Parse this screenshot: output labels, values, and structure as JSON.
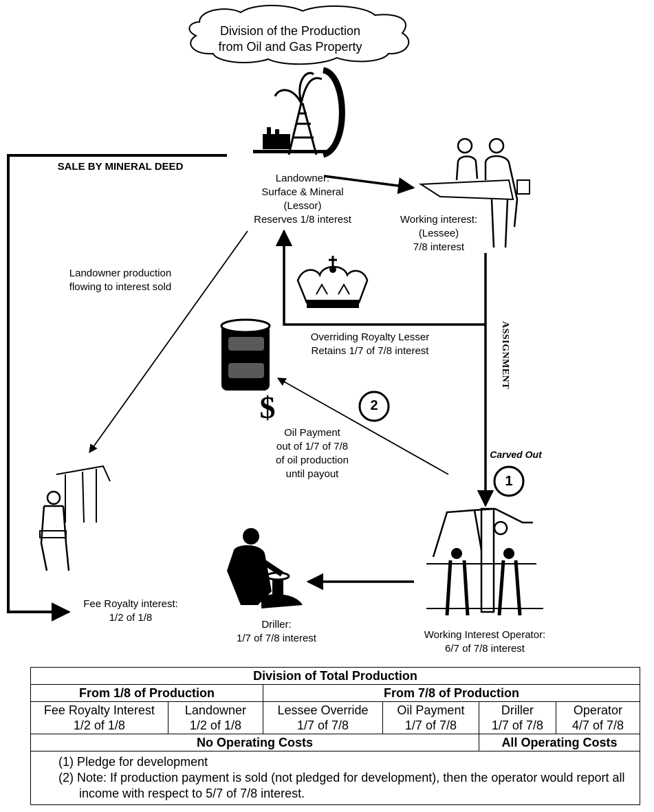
{
  "title": [
    "Division of the Production",
    "from Oil and Gas Property"
  ],
  "sale_label": "SALE BY MINERAL DEED",
  "landowner": [
    "Landowner:",
    "Surface & Mineral",
    "(Lessor)",
    "Reserves 1/8 interest"
  ],
  "working_interest": [
    "Working interest:",
    "(Lessee)",
    "7/8 interest"
  ],
  "landowner_production": [
    "Landowner production",
    "flowing to interest sold"
  ],
  "overriding": [
    "Overriding Royalty Lesser",
    "Retains 1/7 of 7/8 interest"
  ],
  "assignment": "ASSIGNMENT",
  "circle_2": "2",
  "circle_1": "1",
  "oil_payment": [
    "Oil Payment",
    "out of 1/7 of 7/8",
    "of oil production",
    "until payout"
  ],
  "carved_out": "Carved Out",
  "fee_royalty": [
    "Fee Royalty interest:",
    "1/2 of 1/8"
  ],
  "driller": [
    "Driller:",
    "1/7 of 7/8 interest"
  ],
  "operator": [
    "Working Interest Operator:",
    "6/7 of 7/8 interest"
  ],
  "dollar_sign": "$",
  "table": {
    "title": "Division of Total Production",
    "group_1": "From 1/8 of Production",
    "group_2": "From 7/8 of Production",
    "columns": [
      {
        "name": "Fee Royalty Interest",
        "value": "1/2 of 1/8"
      },
      {
        "name": "Landowner",
        "value": "1/2 of 1/8"
      },
      {
        "name": "Lessee Override",
        "value": "1/7 of 7/8"
      },
      {
        "name": "Oil Payment",
        "value": "1/7 of 7/8"
      },
      {
        "name": "Driller",
        "value": "1/7 of 7/8"
      },
      {
        "name": "Operator",
        "value": "4/7 of 7/8"
      }
    ],
    "costs_1": "No Operating Costs",
    "costs_2": "All Operating Costs",
    "note_1": "(1) Pledge for development",
    "note_2": "(2) Note: If production payment is sold (not pledged for development), then the operator would report all income with respect to 5/7 of 7/8 interest."
  }
}
